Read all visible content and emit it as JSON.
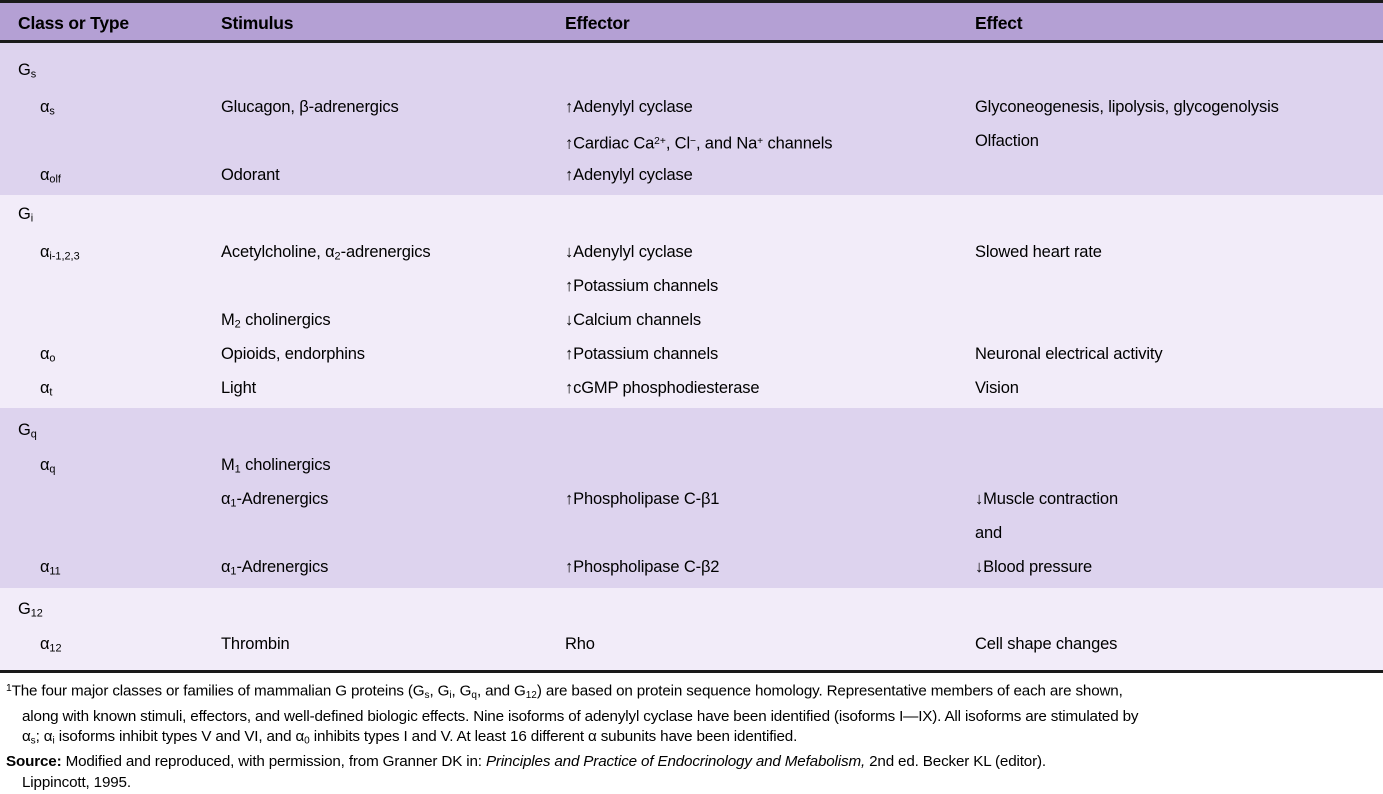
{
  "table": {
    "columns": [
      "Class or Type",
      "Stimulus",
      "Effector",
      "Effect"
    ],
    "bands": [
      {
        "class_label": "G",
        "class_sub": "s",
        "rows": [
          {
            "type_label": "α",
            "type_sub": "s",
            "stimulus": "Glucagon, β-adrenergics",
            "effector_arrow": "↑",
            "effector": "Adenylyl cyclase",
            "effect": "Glyconeogenesis, lipolysis, glycogenolysis"
          },
          {
            "type_label": "",
            "type_sub": "",
            "stimulus": "",
            "effector_arrow": "↑",
            "effector": "Cardiac Ca2+, Cl−, and Na+ channels",
            "effect": "Olfaction"
          },
          {
            "type_label": "α",
            "type_sub": "olf",
            "stimulus": "Odorant",
            "effector_arrow": "↑",
            "effector": "Adenylyl cyclase",
            "effect": ""
          }
        ]
      },
      {
        "class_label": "G",
        "class_sub": "i",
        "rows": [
          {
            "type_label": "α",
            "type_sub": "i-1,2,3",
            "stimulus": "Acetylcholine, α2-adrenergics",
            "effector_arrow": "↓",
            "effector": "Adenylyl cyclase",
            "effect": "Slowed heart rate"
          },
          {
            "type_label": "",
            "type_sub": "",
            "stimulus": "",
            "effector_arrow": "↑",
            "effector": "Potassium channels",
            "effect": ""
          },
          {
            "type_label": "",
            "type_sub": "",
            "stimulus": "M2 cholinergics",
            "effector_arrow": "↓",
            "effector": "Calcium channels",
            "effect": ""
          },
          {
            "type_label": "α",
            "type_sub": "o",
            "stimulus": "Opioids, endorphins",
            "effector_arrow": "↑",
            "effector": "Potassium channels",
            "effect": "Neuronal electrical activity"
          },
          {
            "type_label": "α",
            "type_sub": "t",
            "stimulus": "Light",
            "effector_arrow": "↑",
            "effector": "cGMP phosphodiesterase",
            "effect": "Vision"
          }
        ]
      },
      {
        "class_label": "G",
        "class_sub": "q",
        "rows": [
          {
            "type_label": "α",
            "type_sub": "q",
            "stimulus": "M1 cholinergics",
            "effector_arrow": "",
            "effector": "",
            "effect": ""
          },
          {
            "type_label": "",
            "type_sub": "",
            "stimulus": "α1-Adrenergics",
            "effector_arrow": "↑",
            "effector": "Phospholipase C-β1",
            "effect_arrow": "↓",
            "effect": "Muscle contraction"
          },
          {
            "type_label": "",
            "type_sub": "",
            "stimulus": "",
            "effector_arrow": "",
            "effector": "",
            "effect": "and"
          },
          {
            "type_label": "α",
            "type_sub": "11",
            "stimulus": "α1-Adrenergics",
            "effector_arrow": "↑",
            "effector": "Phospholipase C-β2",
            "effect_arrow": "↓",
            "effect": "Blood pressure"
          }
        ]
      },
      {
        "class_label": "G",
        "class_sub": "12",
        "rows": [
          {
            "type_label": "α",
            "type_sub": "12",
            "stimulus": "Thrombin",
            "effector_arrow": "",
            "effector": "Rho",
            "effect": "Cell shape changes"
          }
        ]
      }
    ]
  },
  "footnotes": {
    "marker": "1",
    "note_line1a": "The four major classes or families of mammalian G proteins (G",
    "note_line1b": ", G",
    "note_line1c": ", G",
    "note_line1d": ", and G",
    "note_line1e": ") are based on protein sequence homology. Representative members of each are shown,",
    "sub_s": "s",
    "sub_i": "i",
    "sub_q": "q",
    "sub_12": "12",
    "note_line2": "along with known stimuli, effectors, and well-defined biologic effects. Nine isoforms of adenylyl cyclase have been identified (isoforms I—IX). All isoforms are stimulated by",
    "note_line3a": "α",
    "note_line3b": "; α",
    "note_line3c": " isoforms inhibit types V and VI, and α",
    "note_line3d": " inhibits types I and V. At least 16 different α subunits have been identified.",
    "sub_s2": "s",
    "sub_i2": "i",
    "sub_0": "0",
    "source_label": "Source:",
    "source_text_a": " Modified and reproduced, with permission, from Granner DK in: ",
    "source_italic": "Principles and Practice of Endocrinology and Mefabolism,",
    "source_text_b": " 2nd ed. Becker KL (editor).",
    "source_line2": "Lippincott, 1995."
  },
  "colors": {
    "header_bg": "#b4a0d4",
    "band_dark": "#ddd3ee",
    "band_light": "#f2ecf9",
    "rule": "#1a1a1a",
    "text": "#000000"
  }
}
